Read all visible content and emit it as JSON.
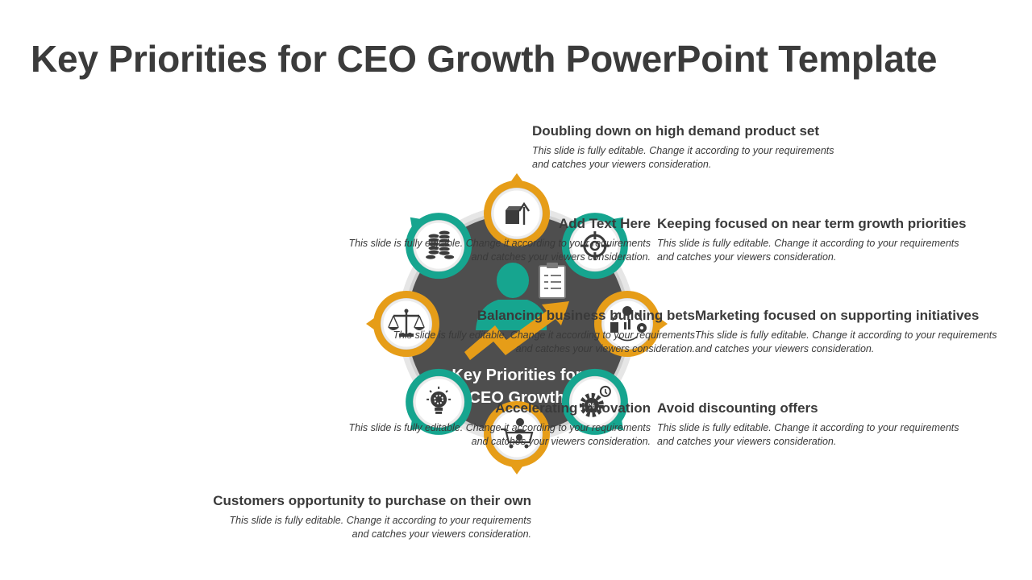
{
  "title": "Key Priorities for CEO Growth PowerPoint Template",
  "colors": {
    "teal": "#16a58f",
    "orange": "#e69d18",
    "center_dark": "#4e4e4e",
    "ring": "#d9d9d9",
    "text": "#3a3a3a",
    "icon": "#3b3b3b"
  },
  "center": {
    "line1": "Key Priorities for",
    "line2": "CEO Growth",
    "icons": [
      "person-silhouette-icon",
      "clipboard-checklist-icon",
      "growth-arrow-icon"
    ]
  },
  "items": [
    {
      "heading": "Doubling down on high demand product set",
      "line1": "This slide is fully editable. Change it according to your requirements",
      "line2": "and catches your viewers consideration.",
      "color": "orange",
      "icon": "box-up-arrow-icon"
    },
    {
      "heading": "Keeping focused on near term growth priorities",
      "line1": "This slide is fully editable. Change it according to your requirements",
      "line2": "and catches your viewers consideration.",
      "color": "teal",
      "icon": "target-icon"
    },
    {
      "heading": "Marketing focused on supporting initiatives",
      "line1": "This slide is fully editable. Change it according to your requirements",
      "line2": "and catches your viewers consideration.",
      "color": "orange",
      "icon": "marketing-cycle-icon"
    },
    {
      "heading": "Avoid discounting offers",
      "line1": "This slide is fully editable. Change it according to your requirements",
      "line2": "and catches your viewers consideration.",
      "color": "teal",
      "icon": "discount-gear-icon"
    },
    {
      "heading": "Customers opportunity to purchase on their own",
      "line1": "This slide is fully editable. Change it according to your requirements",
      "line2": "and catches your viewers consideration.",
      "color": "orange",
      "icon": "shopping-cart-icon"
    },
    {
      "heading": "Accelerating innovation",
      "line1": "This slide is fully editable. Change it according to your requirements",
      "line2": "and catches your viewers consideration.",
      "color": "teal",
      "icon": "lightbulb-gear-icon"
    },
    {
      "heading": "Balancing business building bets",
      "line1": "This slide is fully editable. Change it according to your requirements",
      "line2": "and catches your viewers consideration.",
      "color": "orange",
      "icon": "balance-scale-icon"
    },
    {
      "heading": "Add Text Here",
      "line1": "This slide is fully editable. Change it according to your requirements",
      "line2": "and catches your viewers consideration.",
      "color": "teal",
      "icon": "coin-stacks-icon"
    }
  ]
}
